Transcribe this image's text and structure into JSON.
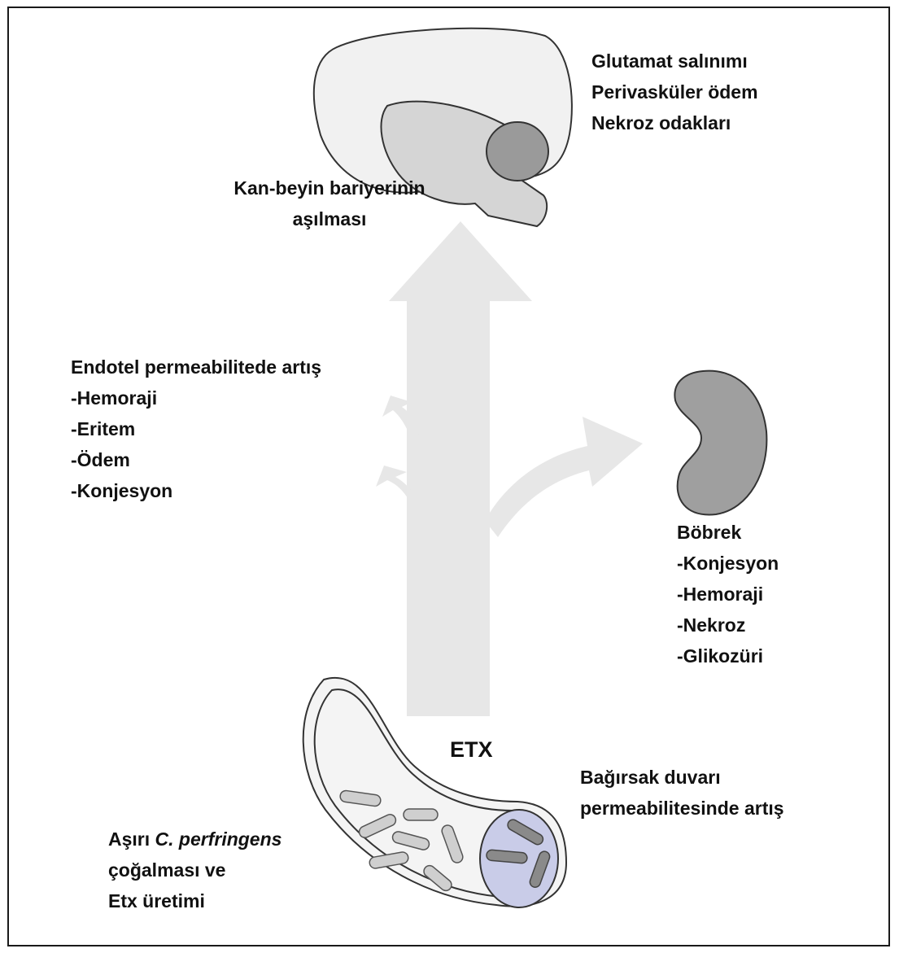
{
  "brain": {
    "lines": [
      "Glutamat salınımı",
      "Perivasküler ödem",
      "Nekroz odakları"
    ],
    "barrier_lines": [
      "Kan-beyin bariyerinin",
      "aşılması"
    ]
  },
  "endothelium": {
    "heading": "Endotel permeabilitede artış",
    "items": [
      "-Hemoraji",
      "-Eritem",
      "-Ödem",
      "-Konjesyon"
    ]
  },
  "kidney": {
    "heading": "Böbrek",
    "items": [
      "-Konjesyon",
      "-Hemoraji",
      "-Nekroz",
      "-Glikozüri"
    ]
  },
  "toxin": {
    "label": "ETX"
  },
  "intestine": {
    "wall_lines": [
      "Bağırsak duvarı",
      "permeabilitesinde artış"
    ],
    "source_prefix": "Aşırı ",
    "source_italic": "C. perfringens",
    "source_lines": [
      "çoğalması ve",
      "Etx üretimi"
    ]
  },
  "colors": {
    "arrow": "#e7e7e7",
    "brain_outer": "#f1f1f1",
    "brain_inner": "#d5d5d5",
    "brain_dark": "#9a9a9a",
    "kidney": "#9f9f9f",
    "intestine_lumen": "#c9cce8"
  }
}
